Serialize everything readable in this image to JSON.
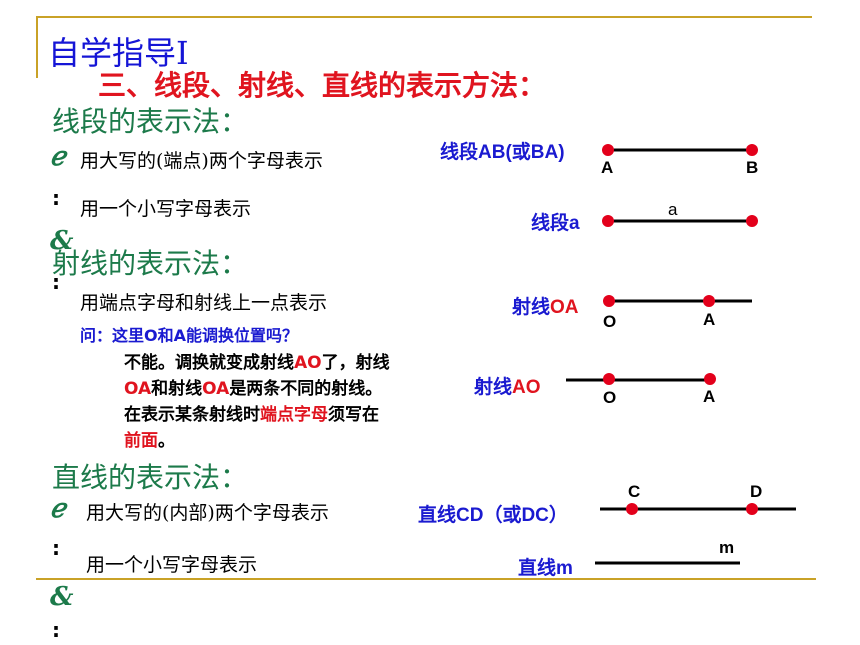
{
  "title": "自学指导Ⅰ",
  "subtitle": "三、线段、射线、直线的表示方法：",
  "bullet_symbols": {
    "a": "ℯ",
    "b": "&",
    "colon": ":"
  },
  "segment": {
    "heading": "线段的表示法：",
    "line1": "用大写的(端点)两个字母表示",
    "line2": "用一个小写字母表示",
    "fig1_label": "线段AB(或BA)",
    "fig1_pts": [
      "A",
      "B"
    ],
    "fig2_label": "线段a",
    "fig2_letter": "a"
  },
  "ray": {
    "heading": "射线的表示法：",
    "line1": "用端点字母和射线上一点表示",
    "question": "问：这里O和A能调换位置吗？",
    "answer": {
      "p1": "不能。调换就变成射线",
      "p2": "AO",
      "p3": "了，射线",
      "p4": "OA",
      "p5": "和射线",
      "p6": "OA",
      "p7": "是两条不同的射线。",
      "p8": "在表示某条射线时",
      "p9": "端点字母",
      "p10": "须写在",
      "p11": "前面",
      "p12": "。"
    },
    "fig1_prefix": "射线",
    "fig1_red": "OA",
    "fig1_pts": [
      "O",
      "A"
    ],
    "fig2_prefix": "射线",
    "fig2_red": "AO",
    "fig2_pts": [
      "O",
      "A"
    ]
  },
  "line": {
    "heading": "直线的表示法：",
    "line1": "用大写的(内部)两个字母表示",
    "line2": "用一个小写字母表示",
    "fig1_label": "直线CD（或DC）",
    "fig1_pts": [
      "C",
      "D"
    ],
    "fig2_label": "直线m",
    "fig2_letter": "m"
  },
  "colors": {
    "title_blue": "#1515d6",
    "heading_green": "#1c7a4a",
    "accent_red": "#e0141f",
    "rule_gold": "#c9a227"
  }
}
